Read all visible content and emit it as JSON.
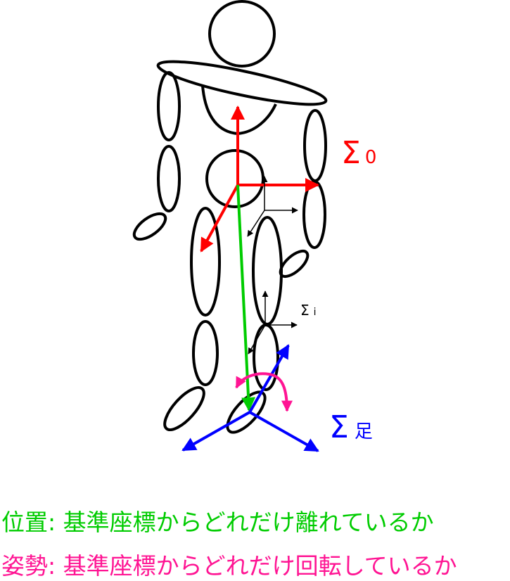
{
  "frames": {
    "base": {
      "symbol": "Σ",
      "sub": "0"
    },
    "link": {
      "symbol": "Σ",
      "sub": "i"
    },
    "foot": {
      "symbol": "Σ",
      "sub": "足"
    }
  },
  "captions": {
    "position": "位置: 基準座標からどれだけ離れているか",
    "orientation": "姿勢: 基準座標からどれだけ回転しているか"
  },
  "colors": {
    "outline": "#000000",
    "base_frame": "#ff0000",
    "position_vector": "#00cc00",
    "foot_frame": "#0000ff",
    "rotation": "#ff1493"
  }
}
